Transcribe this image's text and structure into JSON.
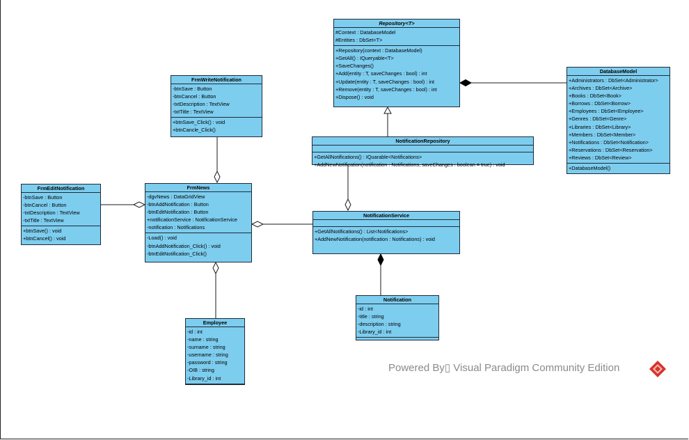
{
  "colors": {
    "class_fill": "#7dcdef",
    "class_border": "#1e2a36",
    "line": "#1a1a1a",
    "watermark": "#8a8a8a",
    "logo": "#d8322a"
  },
  "classes": {
    "repository": {
      "name": "Repository<T>",
      "attributes": [
        "#Context : DatabaseModel",
        "#Entities : DbSet<T>"
      ],
      "operations": [
        "+Repository(context : DatabaseModel)",
        "+GetAll() : IQueryable<T>",
        "+SaveChanges()",
        "+Add(entity : T, saveChanges : bool) : int",
        "+Update(entity : T, saveChanges : bool) : int",
        "+Remove(entity : T, saveChanges : bool) : int",
        "+Dispose() : void"
      ]
    },
    "database_model": {
      "name": "DatabaseModel",
      "attributes": [
        "+Administrators : DbSet<Administrator>",
        "+Archives : DbSet<Archive>",
        "+Books : DbSet<Book>",
        "+Borrows : DbSet<Borrow>",
        "+Employees : DbSet<Employee>",
        "+Genres : DbSet<Genre>",
        "+Libraries : DbSet<Library>",
        "+Members : DbSet<Member>",
        "+Notifications : DbSet<Notification>",
        "+Reservations : DbSet<Reservation>",
        "+Reviews : DbSet<Review>"
      ],
      "operations": [
        "+DatabaseModel()"
      ]
    },
    "frm_write_notification": {
      "name": "FrmWriteNotification",
      "attributes": [
        "-btnSave : Button",
        "-btnCancel : Button",
        "-txtDescription : TextView",
        "-txtTitle : TextView"
      ],
      "operations": [
        "+btnSave_Click() : void",
        "+btnCancle_Click()"
      ]
    },
    "notification_repository": {
      "name": "NotificationRepository",
      "attributes": [],
      "operations": [
        "+GetAllNotifications() : IQuarable<Notifications>",
        "+AddNewNotification(notification  : Notifications, saveChanges : boolean = true) : void"
      ]
    },
    "frm_edit_notification": {
      "name": "FrmEditNotification",
      "attributes": [
        "-btnSave : Button",
        "-btnCancel : Button",
        "-txtDescription : TextView",
        "-txtTitle : TextView"
      ],
      "operations": [
        "+btnSave() : void",
        "+btnCancel() : void"
      ]
    },
    "frm_news": {
      "name": "FrmNews",
      "attributes": [
        "-dgvNews : DataGridView",
        "-btnAddNotification : Button",
        "-btnEditNotification : Button",
        "+notificationService : NotificationService",
        "-notification : Notifications"
      ],
      "operations": [
        "-Load() : void",
        "-btnAddNotification_Click() : void",
        "-btnEditNotification_Click()"
      ]
    },
    "notification_service": {
      "name": "NotificationService",
      "attributes": [],
      "operations": [
        "+GetAllNotifications() : List<Notifications>",
        "+AddNewNotification(notification : Notifications) : void"
      ]
    },
    "notification": {
      "name": "Notification",
      "attributes": [
        "-id : int",
        "-title : string",
        "-description : string",
        "-Library_id : int"
      ],
      "operations": []
    },
    "employee": {
      "name": "Employee",
      "attributes": [
        "-id : int",
        "-name : string",
        "-surname : string",
        "-username : string",
        "-password : string",
        "-OIB : string",
        "-Library_id : int"
      ],
      "operations": []
    }
  },
  "watermark": {
    "text": "Powered By▯ Visual Paradigm Community Edition",
    "logo_icon": "visual-paradigm-logo-icon"
  }
}
